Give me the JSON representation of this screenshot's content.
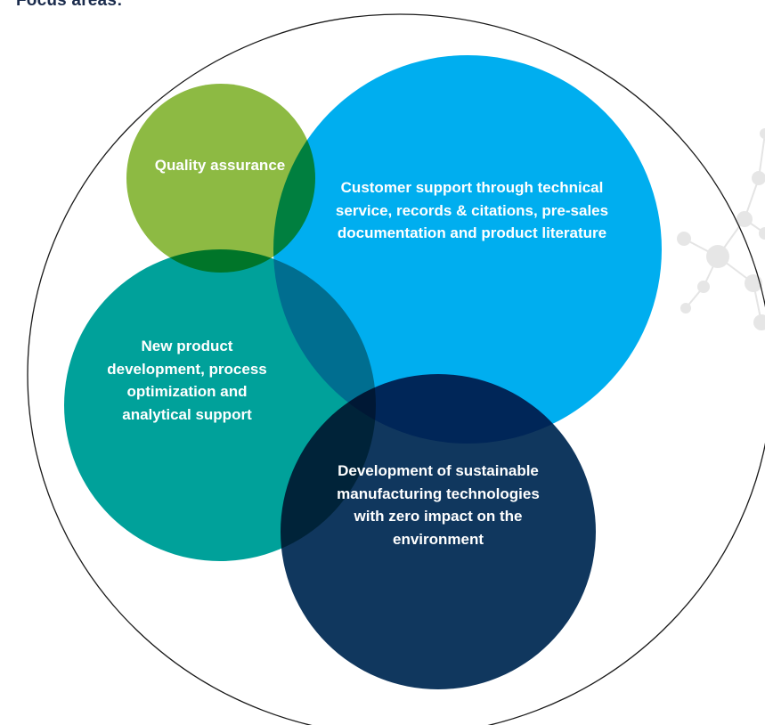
{
  "heading": "Focus areas:",
  "colors": {
    "outer_ring": "#1a1a1a",
    "quality": "#8dba43",
    "customer": "#00aeef",
    "newproduct": "#00a19a",
    "sustainable": "#10375e",
    "molecule": "#dcdcdc"
  },
  "areas": {
    "quality": "Quality assurance",
    "customer": "Customer support through technical service, records & citations, pre-sales documentation and product literature",
    "newproduct": "New product development, process optimization and analytical support",
    "sustainable": "Development of sustainable manufacturing technologies with zero impact on the environment"
  }
}
